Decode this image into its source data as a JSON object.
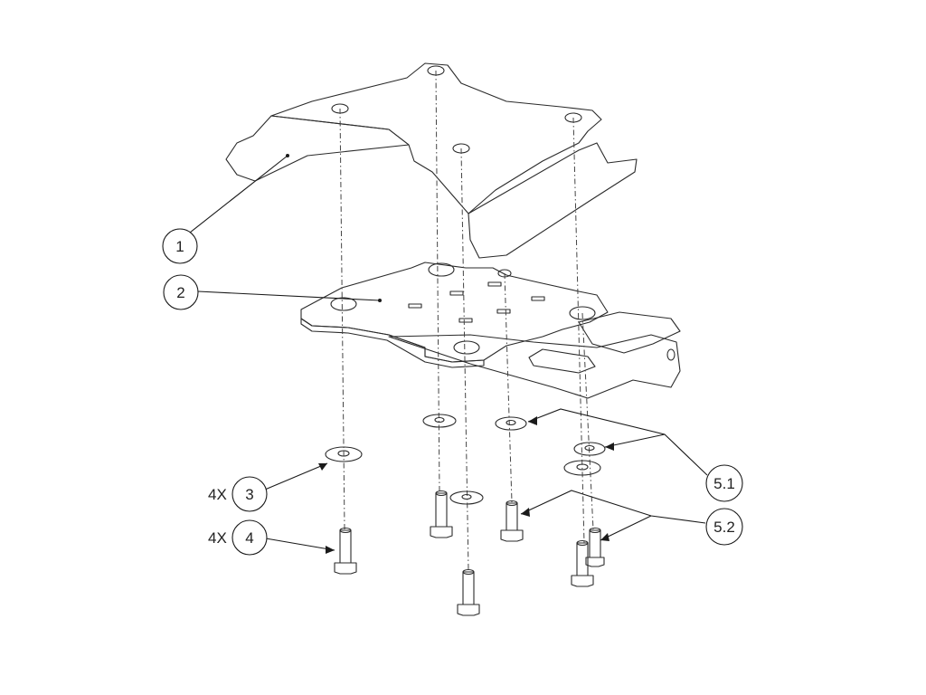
{
  "callouts": {
    "item_1": "1",
    "item_2": "2",
    "item_3": "3",
    "item_4": "4",
    "item_5_1": "5.1",
    "item_5_2": "5.2",
    "qty_3": "4X",
    "qty_4": "4X"
  },
  "colors": {
    "metal_light": "#e4ddd6",
    "metal_mid": "#cfc6be",
    "metal_dark": "#a9a097",
    "line": "#2b2b2b",
    "background": "#ffffff"
  }
}
